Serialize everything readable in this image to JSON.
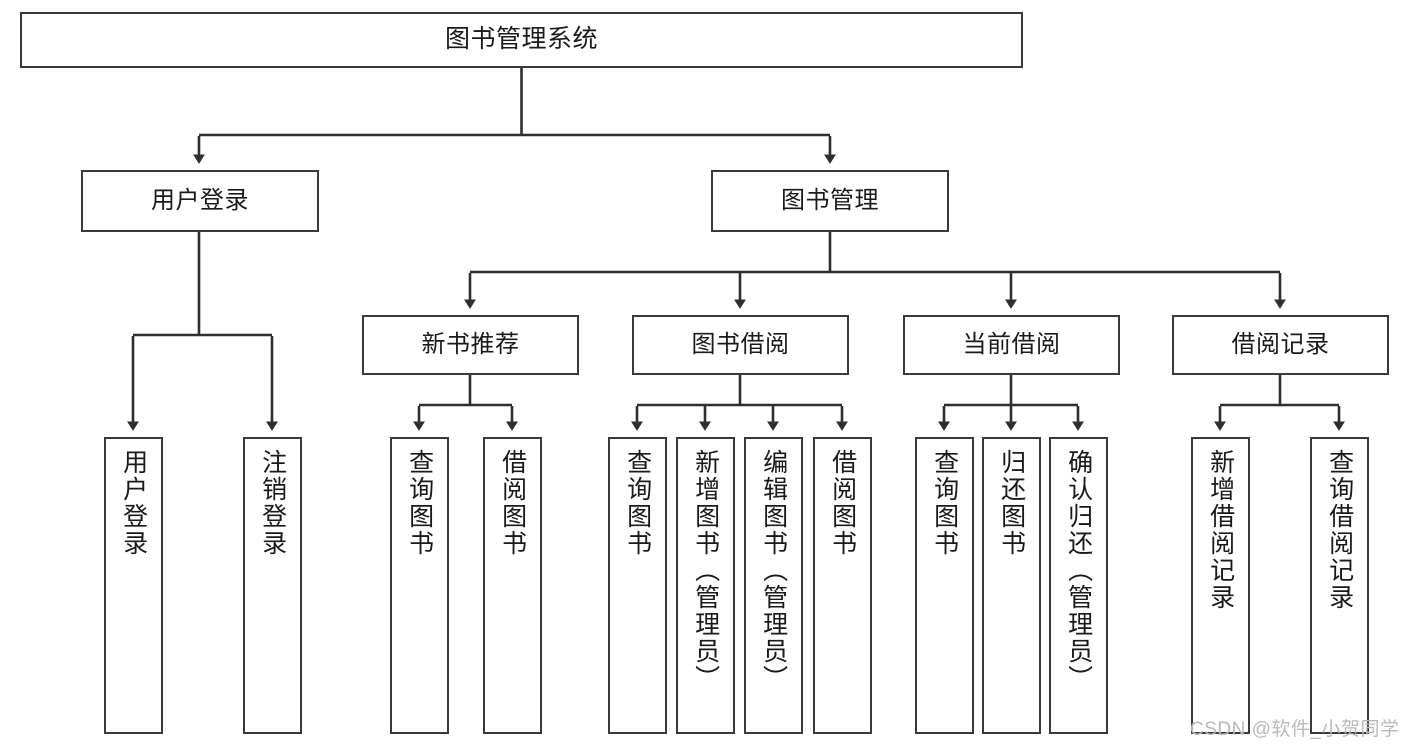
{
  "diagram": {
    "title": "图书管理系统",
    "type": "tree-hierarchy",
    "style": {
      "box_border": "#3a3a3a",
      "box_fill": "#ffffff",
      "line": "#2f2f2f",
      "text": "#1a1a1a",
      "background": "#ffffff",
      "watermark_color": "#b9b9b9"
    },
    "root": {
      "label": "图书管理系统"
    },
    "level2": [
      {
        "label": "用户登录"
      },
      {
        "label": "图书管理"
      }
    ],
    "level3": [
      {
        "label": "新书推荐"
      },
      {
        "label": "图书借阅"
      },
      {
        "label": "当前借阅"
      },
      {
        "label": "借阅记录"
      }
    ],
    "leaves_user_login": [
      {
        "label": "用户登录"
      },
      {
        "label": "注销登录"
      }
    ],
    "leaves_new_book": [
      {
        "label": "查询图书"
      },
      {
        "label": "借阅图书"
      }
    ],
    "leaves_borrow": [
      {
        "label": "查询图书"
      },
      {
        "label": "新增图书（管理员）"
      },
      {
        "label": "编辑图书（管理员）"
      },
      {
        "label": "借阅图书"
      }
    ],
    "leaves_current": [
      {
        "label": "查询图书"
      },
      {
        "label": "归还图书"
      },
      {
        "label": "确认归还（管理员）"
      }
    ],
    "leaves_records": [
      {
        "label": "新增借阅记录"
      },
      {
        "label": "查询借阅记录"
      }
    ]
  },
  "watermark": {
    "text": "CSDN @软件_小贺同学"
  }
}
